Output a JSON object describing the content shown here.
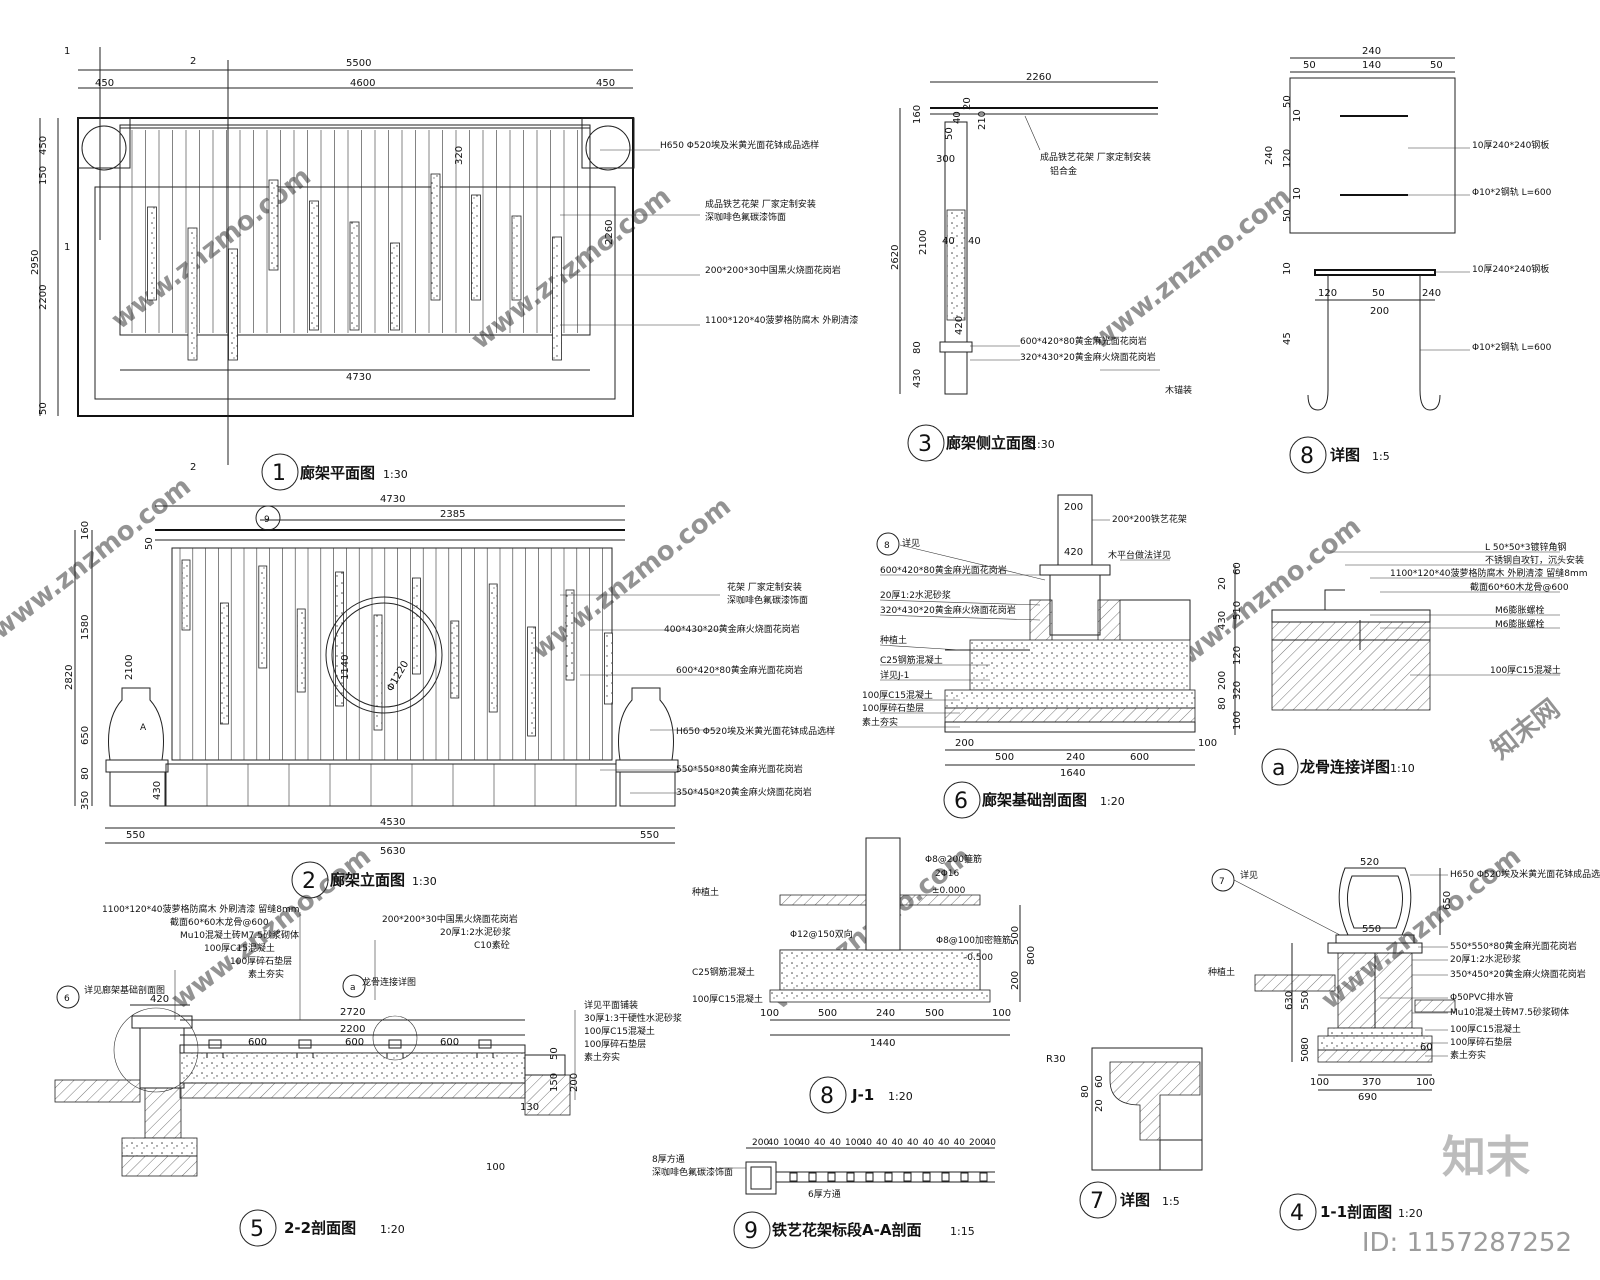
{
  "drawings": {
    "plan": {
      "num": "1",
      "title": "廊架平面图",
      "scale": "1:30",
      "dims": [
        "5500",
        "450",
        "4600",
        "450",
        "2950",
        "450",
        "150",
        "2200",
        "50",
        "2260",
        "4730",
        "320",
        "1",
        "2"
      ],
      "notes": [
        "H650 Φ520埃及米黄光面花钵成品选样",
        "成品铁艺花架 厂家定制安装",
        "深咖啡色氟碳漆饰面",
        "200*200*30中国黑火烧面花岗岩",
        "1100*120*40菠萝格防腐木 外刷清漆"
      ]
    },
    "side": {
      "num": "3",
      "title": "廊架侧立面图",
      "scale": "1:30",
      "dims": [
        "2260",
        "160",
        "20",
        "40",
        "50",
        "210",
        "300",
        "2620",
        "2100",
        "40",
        "40",
        "420",
        "80",
        "430"
      ],
      "notes": [
        "成品铁艺花架 厂家定制安装",
        "铝合金",
        "600*420*80黄金麻光面花岗岩",
        "320*430*20黄金麻火烧面花岗岩",
        "木锚装"
      ]
    },
    "detail8": {
      "num": "8",
      "title": "详图",
      "scale": "1:5",
      "dims": [
        "240",
        "50",
        "140",
        "50",
        "50",
        "120",
        "50",
        "240",
        "10",
        "10",
        "10",
        "50",
        "120",
        "50",
        "240",
        "200",
        "45"
      ],
      "notes": [
        "10厚240*240钢板",
        "Φ10*2钢轨 L=600",
        "10厚240*240钢板",
        "Φ10*2钢轨 L=600"
      ]
    },
    "elevation": {
      "num": "2",
      "title": "廊架立面图",
      "scale": "1:30",
      "dims": [
        "4730",
        "2385",
        "160",
        "50",
        "2820",
        "1580",
        "2100",
        "650",
        "80",
        "350",
        "430",
        "4530",
        "550",
        "550",
        "5630",
        "1140",
        "Φ1220"
      ],
      "notes": [
        "花架 厂家定制安装",
        "深咖啡色氟碳漆饰面",
        "400*430*20黄金麻火烧面花岗岩",
        "600*420*80黄金麻光面花岗岩",
        "H650 Φ520埃及米黄光面花钵成品选样",
        "550*550*80黄金麻光面花岗岩",
        "350*450*20黄金麻火烧面花岗岩"
      ],
      "labels": [
        "A",
        "9"
      ]
    },
    "foundation": {
      "num": "6",
      "title": "廊架基础剖面图",
      "scale": "1:20",
      "dims": [
        "200",
        "420",
        "60",
        "20",
        "510",
        "430",
        "120",
        "200",
        "320",
        "80",
        "100",
        "200",
        "500",
        "240",
        "600",
        "100",
        "1640"
      ],
      "notes": [
        "200*200铁艺花架",
        "详见",
        "600*420*80黄金麻光面花岗岩",
        "20厚1:2水泥砂浆",
        "320*430*20黄金麻火烧面花岗岩",
        "种植土",
        "C25钢筋混凝土",
        "详见J-1",
        "100厚C15混凝土",
        "100厚碎石垫层",
        "素土夯实",
        "木平台做法详见"
      ],
      "labels": [
        "8"
      ]
    },
    "keel": {
      "num": "a",
      "title": "龙骨连接详图",
      "scale": "1:10",
      "notes": [
        "L 50*50*3镀锌角钢",
        "不锈钢自攻钉，沉头安装",
        "1100*120*40菠萝格防腐木 外刷清漆 留缝8mm",
        "截面60*60木龙骨@600",
        "M6膨胀螺栓",
        "M6膨胀螺栓",
        "100厚C15混凝土"
      ]
    },
    "section22": {
      "num": "5",
      "title": "2-2剖面图",
      "scale": "1:20",
      "dims": [
        "420",
        "2720",
        "2200",
        "600",
        "600",
        "600",
        "50",
        "150",
        "200",
        "130",
        "100"
      ],
      "notes": [
        "1100*120*40菠萝格防腐木 外刷清漆 留缝8mm",
        "截面60*60木龙骨@600",
        "Mu10混凝土砖M7.5砂浆砌体",
        "100厚C15混凝土",
        "100厚碎石垫层",
        "素土夯实",
        "200*200*30中国黑火烧面花岗岩",
        "20厚1:2水泥砂浆",
        "C10素砼",
        "详见平面铺装",
        "30厚1:3干硬性水泥砂浆",
        "100厚C15混凝土",
        "100厚碎石垫层",
        "素土夯实",
        "详见廊架基础剖面图",
        "龙骨连接详图"
      ],
      "labels": [
        "6",
        "a"
      ]
    },
    "j1": {
      "num": "8",
      "title": "J-1",
      "scale": "1:20",
      "dims": [
        "Φ8@200箍筋",
        "2Φ16",
        "±0.000",
        "Φ12@150双向",
        "Φ8@100加密箍筋",
        "-0.500",
        "500",
        "800",
        "200",
        "100",
        "500",
        "240",
        "500",
        "100",
        "1440"
      ],
      "notes": [
        "种植土",
        "C25钢筋混凝土",
        "100厚C15混凝土"
      ]
    },
    "a_a": {
      "num": "9",
      "title": "铁艺花架标段A-A剖面",
      "scale": "1:15",
      "dims": [
        "200",
        "40",
        "100",
        "40",
        "40",
        "40",
        "100",
        "40",
        "40",
        "40",
        "40",
        "40",
        "40",
        "40",
        "200",
        "40"
      ],
      "notes": [
        "8厚方通",
        "深咖啡色氟碳漆饰面",
        "6厚方通"
      ]
    },
    "detail7": {
      "num": "7",
      "title": "详图",
      "scale": "1:5",
      "dims": [
        "R30",
        "80",
        "60",
        "20"
      ]
    },
    "section11": {
      "num": "4",
      "title": "1-1剖面图",
      "scale": "1:20",
      "dims": [
        "520",
        "650",
        "550",
        "630",
        "550",
        "80",
        "50",
        "60",
        "690",
        "100",
        "370",
        "100"
      ],
      "notes": [
        "详见",
        "H650 Φ520埃及米黄光面花钵成品选样",
        "550*550*80黄金麻光面花岗岩",
        "20厚1:2水泥砂浆",
        "350*450*20黄金麻火烧面花岗岩",
        "Φ50PVC排水管",
        "Mu10混凝土砖M7.5砂浆砌体",
        "100厚C15混凝土",
        "100厚碎石垫层",
        "素土夯实",
        "种植土"
      ],
      "labels": [
        "7"
      ]
    }
  },
  "watermarks": [
    "www.znzmo.com",
    "知末网"
  ],
  "brand": "知末",
  "id_text": "ID: 1157287252",
  "colors": {
    "line": "#222222",
    "watermark": "#c8c8c8"
  }
}
